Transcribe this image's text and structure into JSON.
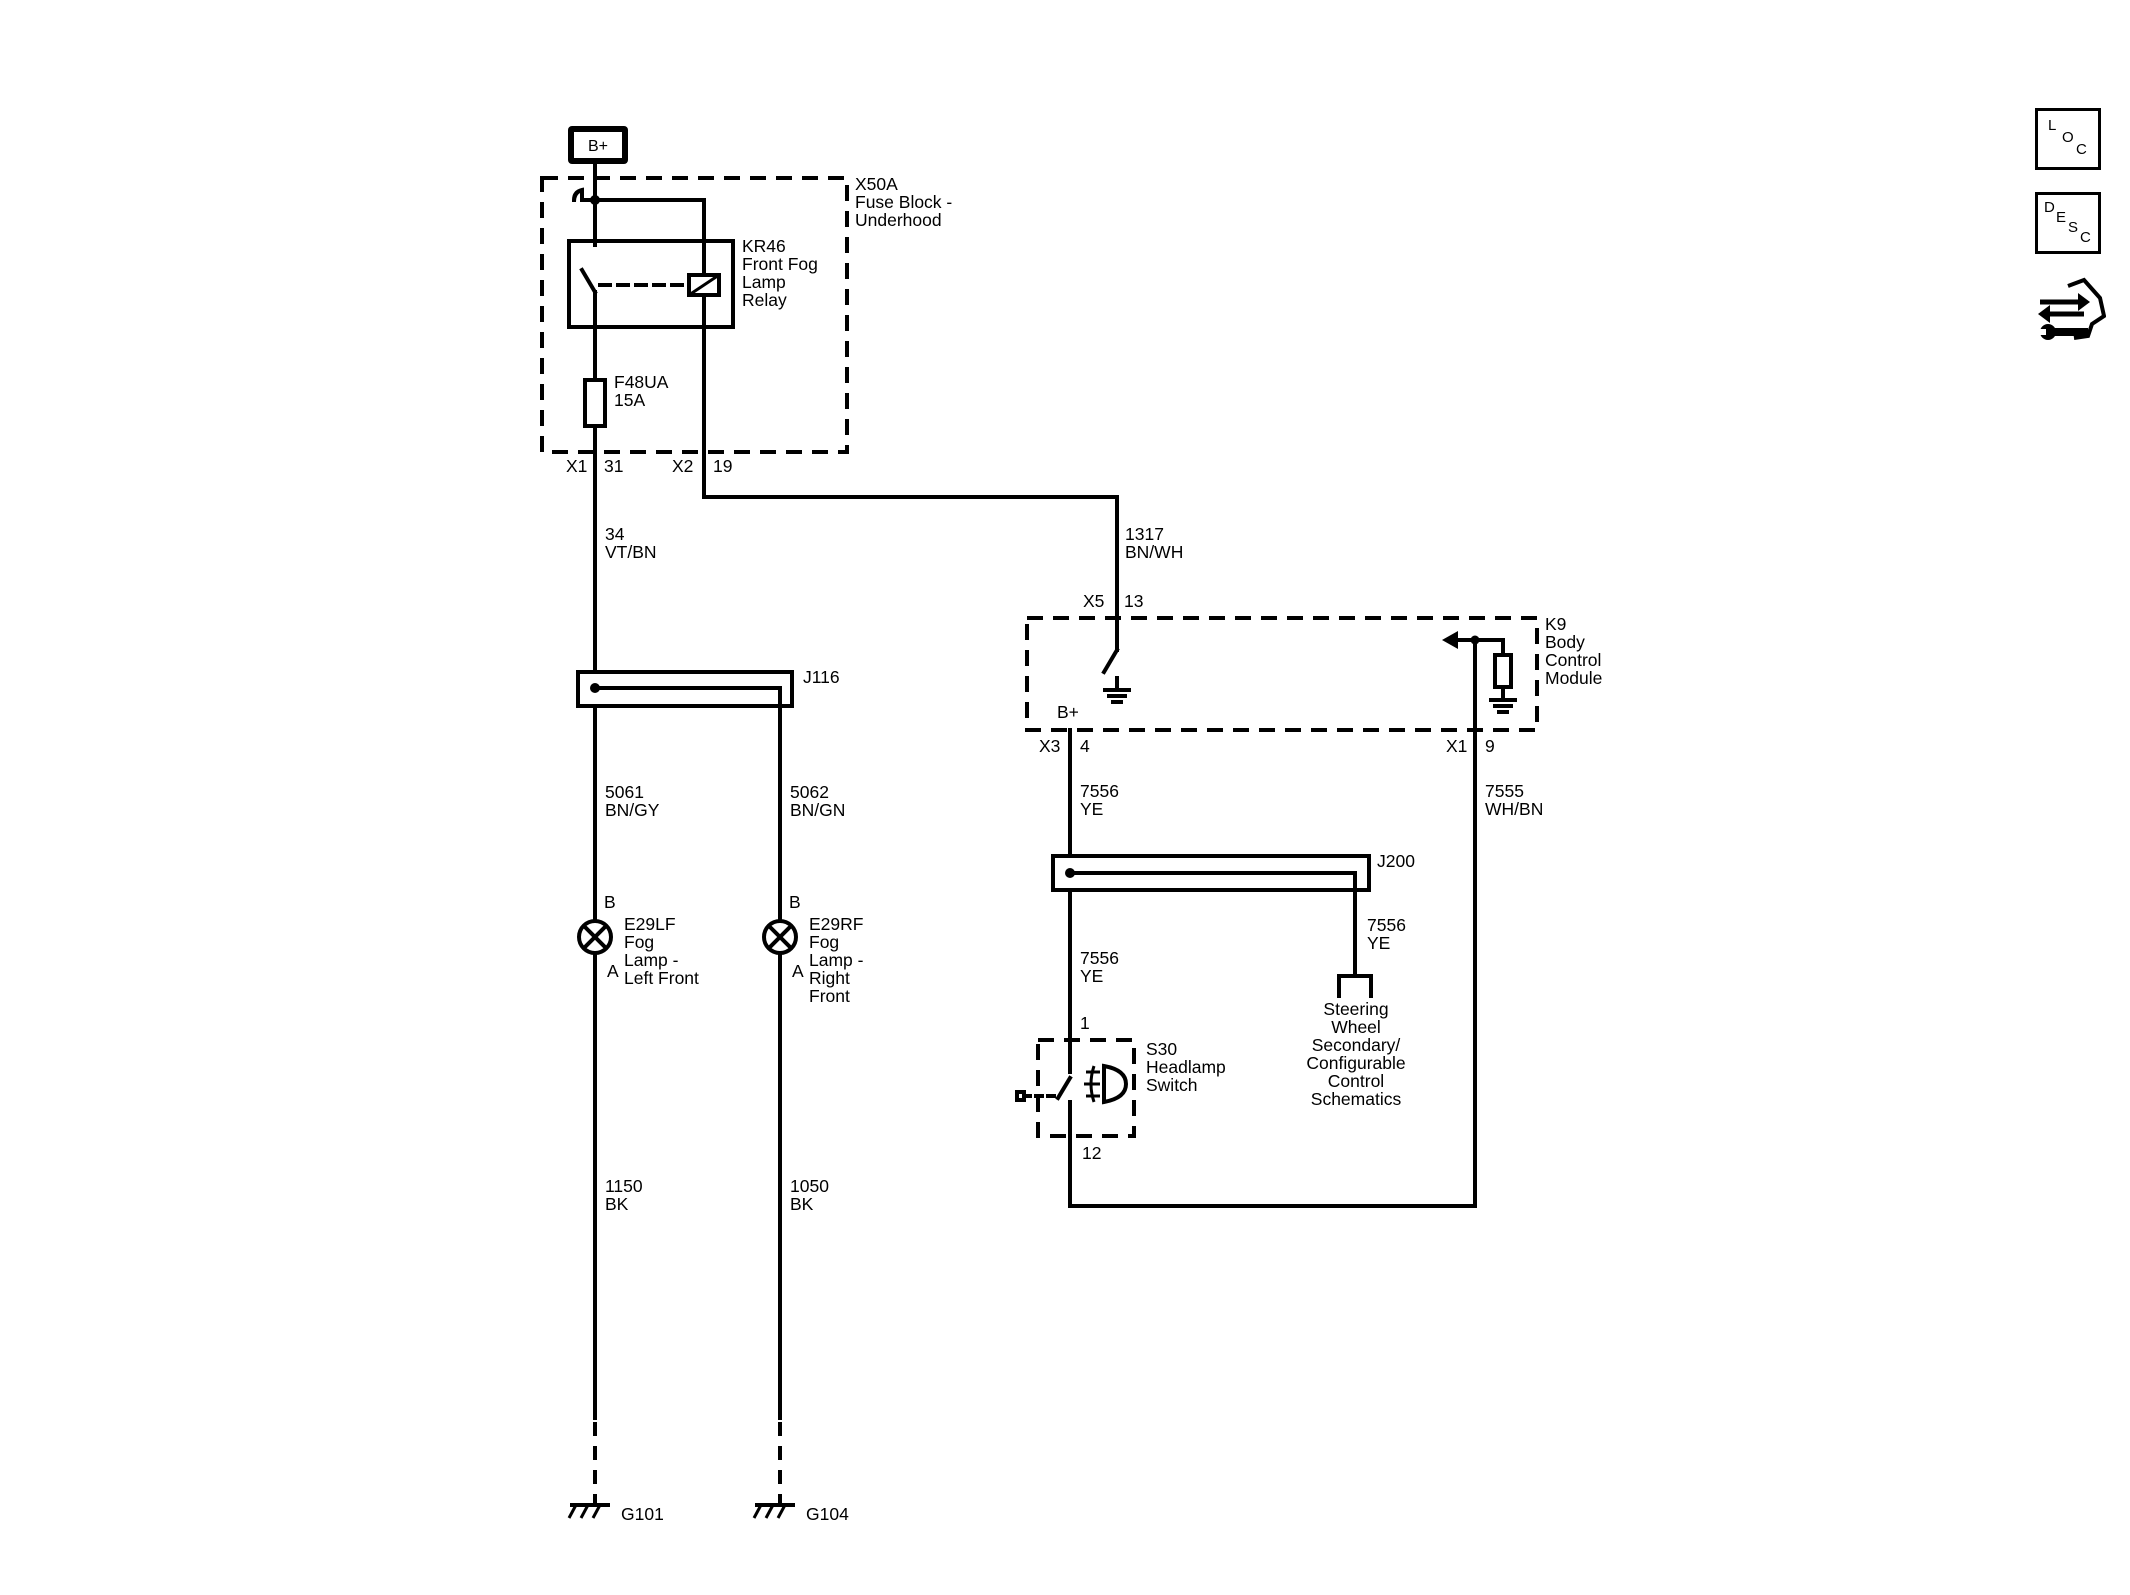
{
  "power_source": "B+",
  "fuse_block": {
    "id": "X50A",
    "name_line1": "Fuse Block -",
    "name_line2": "Underhood",
    "conn_a": "X1",
    "pin_a": "31",
    "conn_b": "X2",
    "pin_b": "19"
  },
  "relay": {
    "id": "KR46",
    "line1": "Front Fog",
    "line2": "Lamp",
    "line3": "Relay"
  },
  "fuse": {
    "id": "F48UA",
    "rating": "15A"
  },
  "wires": {
    "w34": {
      "circuit": "34",
      "color": "VT/BN"
    },
    "w1317": {
      "circuit": "1317",
      "color": "BN/WH"
    },
    "w5061": {
      "circuit": "5061",
      "color": "BN/GY"
    },
    "w5062": {
      "circuit": "5062",
      "color": "BN/GN"
    },
    "w7556a": {
      "circuit": "7556",
      "color": "YE"
    },
    "w7556b": {
      "circuit": "7556",
      "color": "YE"
    },
    "w7556c": {
      "circuit": "7556",
      "color": "YE"
    },
    "w7555": {
      "circuit": "7555",
      "color": "WH/BN"
    },
    "w1150": {
      "circuit": "1150",
      "color": "BK"
    },
    "w1050": {
      "circuit": "1050",
      "color": "BK"
    }
  },
  "splices": {
    "j116": "J116",
    "j200": "J200"
  },
  "bcm": {
    "id": "K9",
    "line1": "Body",
    "line2": "Control",
    "line3": "Module",
    "x5": "X5",
    "x5_pin": "13",
    "x3": "X3",
    "x3_pin": "4",
    "x1": "X1",
    "x1_pin": "9",
    "bplus": "B+"
  },
  "lamp_left": {
    "pin_top": "B",
    "pin_bottom": "A",
    "id": "E29LF",
    "line1": "Fog",
    "line2": "Lamp -",
    "line3": "Left Front"
  },
  "lamp_right": {
    "pin_top": "B",
    "pin_bottom": "A",
    "id": "E29RF",
    "line1": "Fog",
    "line2": "Lamp -",
    "line3": "Right",
    "line4": "Front"
  },
  "headlamp_switch": {
    "id": "S30",
    "line1": "Headlamp",
    "line2": "Switch",
    "pin_top": "1",
    "pin_bottom": "12"
  },
  "steering_ref": {
    "line1": "Steering",
    "line2": "Wheel",
    "line3": "Secondary/",
    "line4": "Configurable",
    "line5": "Control",
    "line6": "Schematics"
  },
  "grounds": {
    "left": "G101",
    "right": "G104"
  },
  "side_icons": {
    "loc": {
      "l1": "L",
      "l2": "O",
      "l3": "C"
    },
    "desc": {
      "l1": "D",
      "l2": "E",
      "l3": "S",
      "l4": "C"
    },
    "nav_icon": "connector-navigation-icon"
  }
}
